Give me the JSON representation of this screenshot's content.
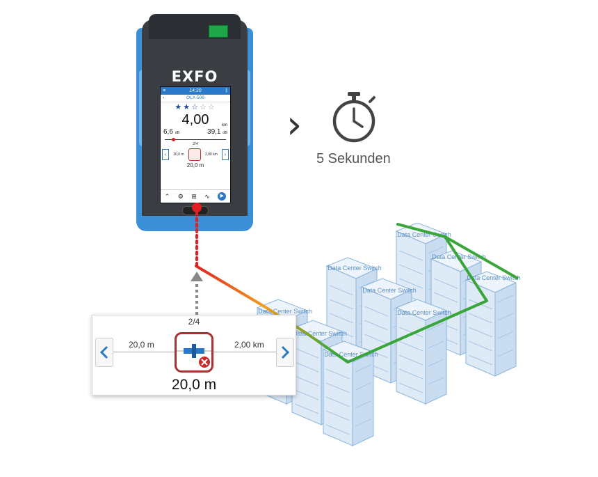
{
  "device": {
    "brand": "EXFO",
    "screen": {
      "time": "14:20",
      "title": "OLX-506",
      "main_value": "4,00",
      "main_unit": "km",
      "loss_value": "6,6",
      "loss_unit": "dB",
      "reflectance_value": "39,1",
      "reflectance_unit": "dB",
      "fraction": "2/4",
      "left_distance": "20,0 m",
      "right_distance": "2,00 km",
      "event_distance": "20,0 m"
    }
  },
  "timer": {
    "label": "5 Sekunden"
  },
  "zoom": {
    "fraction": "2/4",
    "left_distance": "20,0 m",
    "right_distance": "2,00 km",
    "event_distance": "20,0 m"
  },
  "network": {
    "switch_label": "Data Center Switch"
  },
  "colors": {
    "device_blue": "#3a8fd6",
    "trace_red": "#e02020",
    "trace_green": "#3aa63a",
    "fault_red": "#a83232"
  }
}
